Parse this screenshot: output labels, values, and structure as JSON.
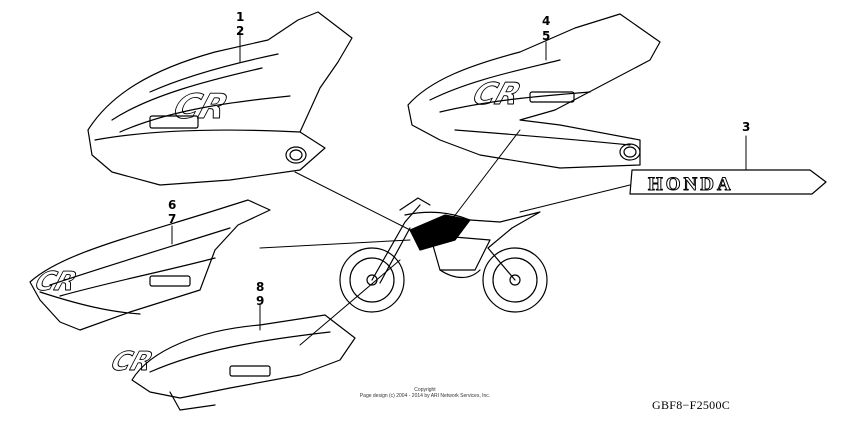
{
  "callouts": {
    "c1": "1",
    "c2": "2",
    "c3": "3",
    "c4": "4",
    "c5": "5",
    "c6": "6",
    "c7": "7",
    "c8": "8",
    "c9": "9"
  },
  "emblem_text": "HONDA",
  "decal_text": "CR",
  "diagram_code": "GBF8−F2500C",
  "copyright": {
    "line1": "Copyright",
    "line2": "Page design (c) 2004 - 2014 by ARI Network Services, Inc."
  }
}
